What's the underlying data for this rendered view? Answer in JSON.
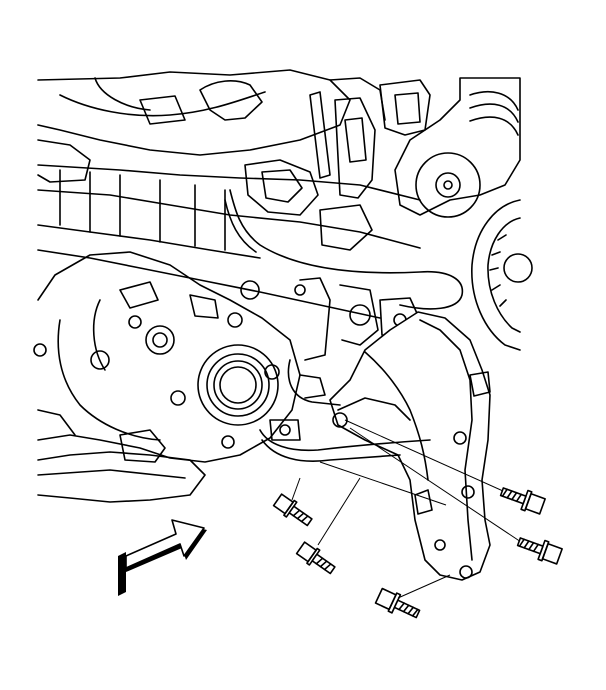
{
  "diagram": {
    "colors": {
      "line": "#000000",
      "background": "#ffffff",
      "shade": "#d9d9d9"
    },
    "parts": [
      {
        "id": "engine-block",
        "icon": "engine-block-icon"
      },
      {
        "id": "transmission-housing",
        "icon": "transmission-housing-icon"
      },
      {
        "id": "pulley-assembly",
        "icon": "pulley-icon"
      },
      {
        "id": "mounting-bracket",
        "icon": "bracket-icon"
      },
      {
        "id": "bolt-1",
        "icon": "bolt-icon"
      },
      {
        "id": "bolt-2",
        "icon": "bolt-icon"
      },
      {
        "id": "bolt-3",
        "icon": "bolt-icon"
      },
      {
        "id": "bolt-4",
        "icon": "bolt-icon"
      },
      {
        "id": "bolt-5",
        "icon": "bolt-icon"
      },
      {
        "id": "direction-arrow",
        "icon": "arrow-right-icon"
      }
    ]
  }
}
